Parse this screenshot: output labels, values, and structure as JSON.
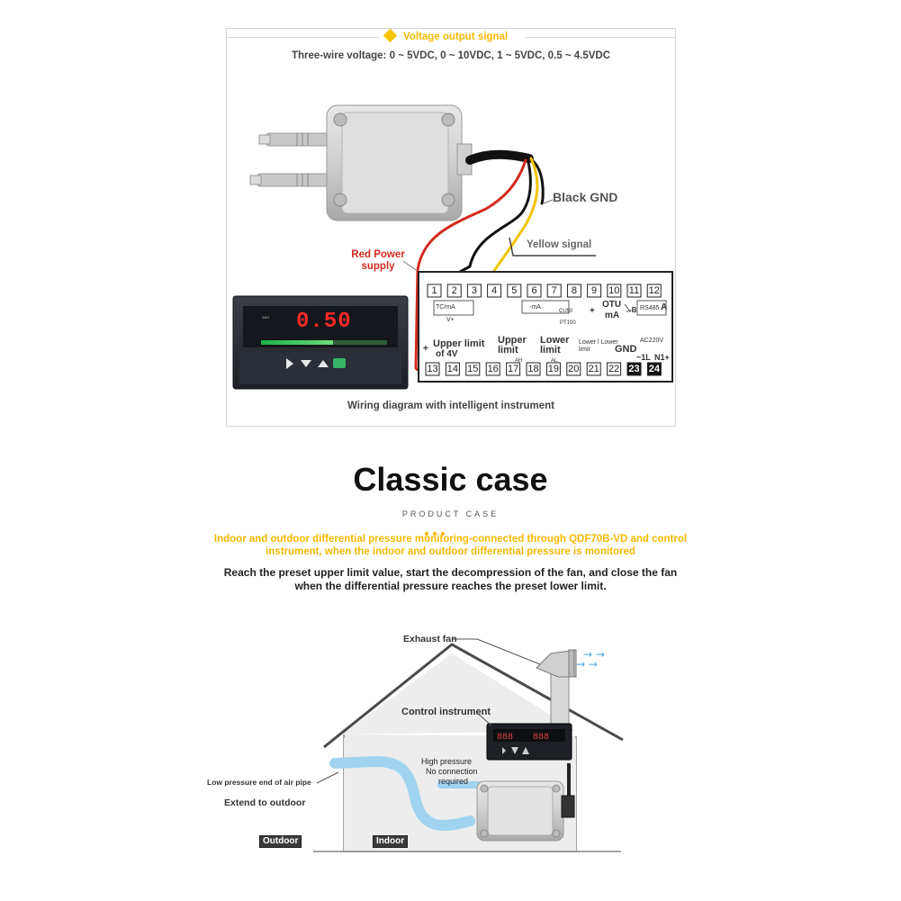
{
  "wiring_panel": {
    "header_title": "Voltage output signal",
    "subtitle": "Three-wire voltage: 0 ~ 5VDC, 0 ~ 10VDC, 1 ~ 5VDC, 0.5 ~ 4.5VDC",
    "wire_labels": {
      "black": "Black GND",
      "yellow": "Yellow signal",
      "red": "Red Power supply"
    },
    "terminals_top": [
      "1",
      "2",
      "3",
      "4",
      "5",
      "6",
      "7",
      "8",
      "9",
      "10",
      "11",
      "12"
    ],
    "terminals_bottom": [
      "13",
      "14",
      "15",
      "16",
      "17",
      "18",
      "19",
      "20",
      "21",
      "22",
      "23",
      "24"
    ],
    "terminal_notes": {
      "tc_ma": "TC/mA",
      "v_plus": "V+",
      "ma": "-mA",
      "cu50": "CU50",
      "pt100": "PT100",
      "otu": "OTU",
      "ma2": "mA",
      "b": "-B",
      "rs485": "RS485",
      "a": "A",
      "plus": "+",
      "upper_limit_4v": "Upper limit",
      "of_4v": "of 4V",
      "upper_limit": "Upper limit",
      "lower_limit": "Lower limit",
      "lower_lower": "Lower l Lower limit",
      "gnd": "GND",
      "ac220v": "AC220V",
      "l": "~1L",
      "n": "N1+",
      "ah": "AH",
      "al": "AL"
    },
    "meter_display": "0.50",
    "caption": "Wiring diagram with intelligent instrument"
  },
  "case_section": {
    "title": "Classic case",
    "subtitle": "PRODUCT CASE",
    "highlight": "Indoor and outdoor differential pressure monitoring-connected through QDF70B-VD and control instrument, when the indoor and outdoor differential pressure is monitored",
    "description": "Reach the preset upper limit value, start the decompression of the fan, and close the fan when the differential pressure reaches the preset lower limit."
  },
  "house_diagram": {
    "exhaust_fan": "Exhaust fan",
    "control_instrument": "Control instrument",
    "high_pressure": "High pressure",
    "no_connection": "No connection",
    "required": "required",
    "low_pressure": "Low pressure end of air pipe",
    "extend": "Extend to outdoor",
    "outdoor": "Outdoor",
    "indoor": "Indoor"
  },
  "colors": {
    "accent_yellow": "#f5b800",
    "wire_red": "#d42a1e",
    "wire_yellow": "#f2c400",
    "wire_black": "#111111",
    "pipe_blue": "#9fd3f0"
  }
}
